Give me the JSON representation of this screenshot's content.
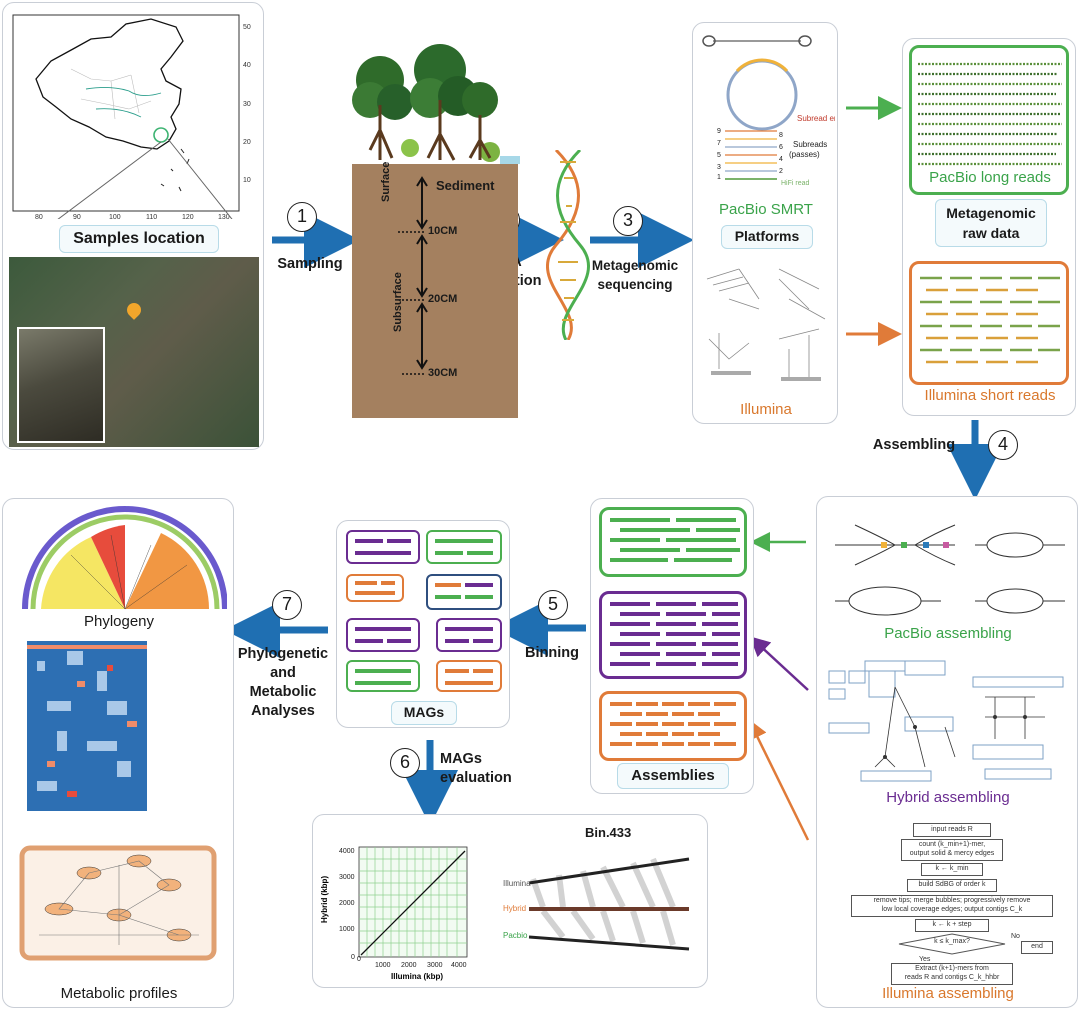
{
  "panel1": {
    "samples_location": "Samples location",
    "map_lat_ticks": [
      "50",
      "40",
      "30",
      "20",
      "10"
    ],
    "map_lon_ticks": [
      "80",
      "90",
      "100",
      "110",
      "120",
      "130"
    ]
  },
  "steps": {
    "s1": {
      "num": "1",
      "label": "Sampling"
    },
    "s2": {
      "num": "2",
      "label": "DNA\nExtraction"
    },
    "s3": {
      "num": "3",
      "label": "Metagenomic\nsequencing"
    },
    "s4": {
      "num": "4",
      "label": "Assembling"
    },
    "s5": {
      "num": "5",
      "label": "Binning"
    },
    "s6": {
      "num": "6",
      "label": "MAGs\nevaluation"
    },
    "s7": {
      "num": "7",
      "label": "Phylogenetic\nand\nMetabolic\nAnalyses"
    }
  },
  "soil": {
    "sediment": "Sediment",
    "surface": "Surface",
    "subsurface": "Subsurface",
    "depths": [
      "10CM",
      "20CM",
      "30CM"
    ]
  },
  "platforms": {
    "smrt_title": "PacBio SMRT",
    "platforms_label": "Platforms",
    "illumina": "Illumina",
    "subread_errors": "Subread errors",
    "subreads": "Subreads",
    "passes": "(passes)",
    "hifi_read": "HiFi read",
    "pass_numbers": [
      "9",
      "8",
      "7",
      "6",
      "5",
      "4",
      "3",
      "2",
      "1"
    ]
  },
  "reads": {
    "long": "PacBio long reads",
    "raw_title": "Metagenomic\nraw data",
    "short": "Illumina short reads"
  },
  "assembling_methods": {
    "pacbio": "PacBio assembling",
    "hybrid": "Hybrid assembling",
    "illumina": "Illumina assembling",
    "flow": {
      "input": "input reads R",
      "count": "count (k_min+1)-mer,\noutput solid & mercy edges",
      "k_eq": "k ← k_min",
      "build": "build SdBG of order k",
      "remove": "remove tips; merge bubbles; progressively remove\nlow local coverage edges; output contigs C_k",
      "step": "k ← k + step",
      "cond": "k ≤ k_max?",
      "yes": "Yes",
      "no": "No",
      "end": "end",
      "extract": "Extract (k+1)-mers from\nreads R and contigs C_k_hhbr"
    }
  },
  "assemblies": {
    "title": "Assemblies"
  },
  "mags": {
    "title": "MAGs"
  },
  "evaluation": {
    "bin_title": "Bin.433",
    "xlabel": "Illumina (kbp)",
    "ylabel": "Hybrid (kbp)",
    "x_ticks": [
      "0",
      "1000",
      "2000",
      "3000",
      "4000"
    ],
    "y_ticks": [
      "0",
      "1000",
      "2000",
      "3000",
      "4000"
    ],
    "track_illumina": "Illumina",
    "track_hybrid": "Hybrid",
    "track_pacbio": "Pacbio"
  },
  "analysis": {
    "phylogeny": "Phylogeny",
    "metabolic": "Metabolic profiles"
  },
  "colors": {
    "green": "#4caf50",
    "orange": "#e07b39",
    "purple": "#6a2c91",
    "blue_arrow": "#1f6fb2",
    "pacbio_text": "#3aa34a",
    "illumina_text": "#d9782d",
    "hybrid_text": "#6a2c91"
  }
}
